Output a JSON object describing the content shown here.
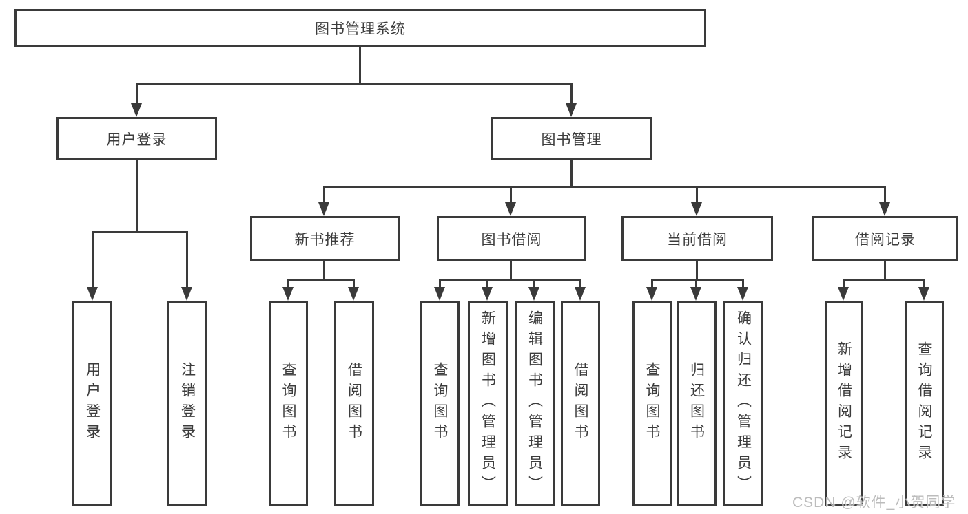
{
  "diagram": {
    "root": "图书管理系统",
    "level2": {
      "login": "用户登录",
      "manage": "图书管理"
    },
    "level3": {
      "recommend": "新书推荐",
      "borrow": "图书借阅",
      "current": "当前借阅",
      "records": "借阅记录"
    },
    "leaves": {
      "login": [
        "用户登录",
        "注销登录"
      ],
      "recommend": [
        "查询图书",
        "借阅图书"
      ],
      "borrow": [
        "查询图书",
        "新增图书（管理员）",
        "编辑图书（管理员）",
        "借阅图书"
      ],
      "current": [
        "查询图书",
        "归还图书",
        "确认归还（管理员）"
      ],
      "records": [
        "新增借阅记录",
        "查询借阅记录"
      ]
    }
  },
  "watermark": "CSDN @软件_小贺同学",
  "colors": {
    "line": "#3a3a3a",
    "text": "#3c3c3c",
    "watermark": "#bcbcbc",
    "background": "#ffffff"
  }
}
